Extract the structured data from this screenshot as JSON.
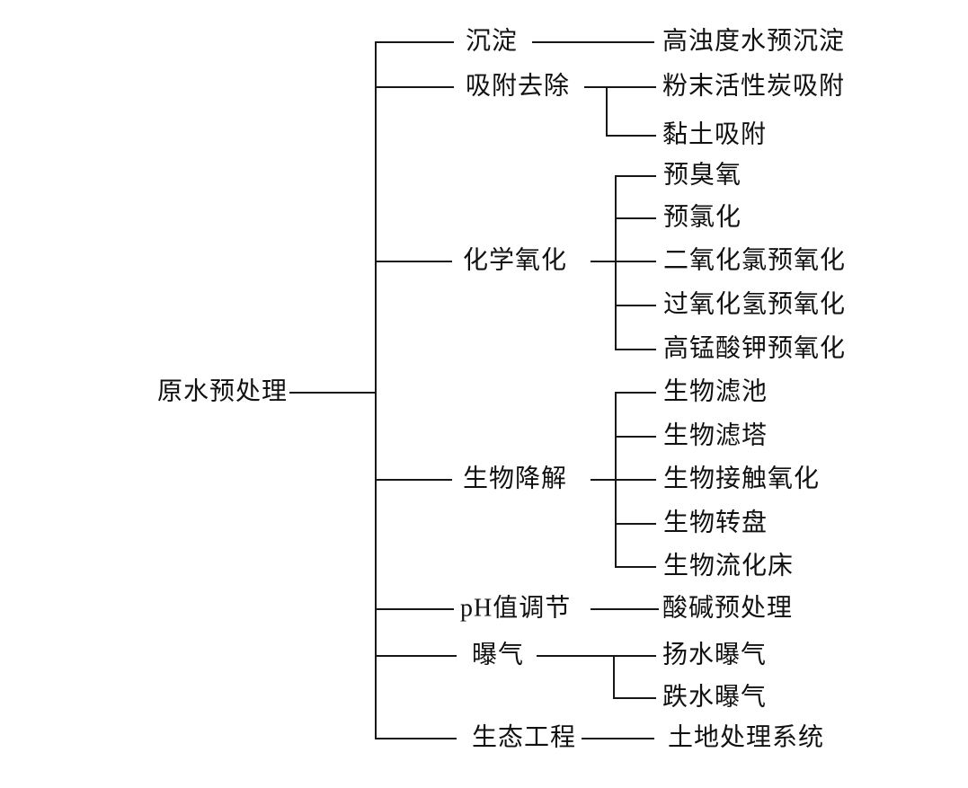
{
  "tree": {
    "root_label": "原水预处理",
    "branches": [
      {
        "label": "沉淀",
        "children": [
          "高浊度水预沉淀"
        ]
      },
      {
        "label": "吸附去除",
        "children": [
          "粉末活性炭吸附",
          "黏土吸附"
        ]
      },
      {
        "label": "化学氧化",
        "children": [
          "预臭氧",
          "预氯化",
          "二氧化氯预氧化",
          "过氧化氢预氧化",
          "高锰酸钾预氧化"
        ]
      },
      {
        "label": "生物降解",
        "children": [
          "生物滤池",
          "生物滤塔",
          "生物接触氧化",
          "生物转盘",
          "生物流化床"
        ]
      },
      {
        "label": "pH值调节",
        "children": [
          "酸碱预处理"
        ]
      },
      {
        "label": "曝气",
        "children": [
          "扬水曝气",
          "跌水曝气"
        ]
      },
      {
        "label": "生态工程",
        "children": [
          "土地处理系统"
        ]
      }
    ],
    "line_color": "#161616",
    "text_color": "#111111",
    "background_color": "#ffffff"
  }
}
